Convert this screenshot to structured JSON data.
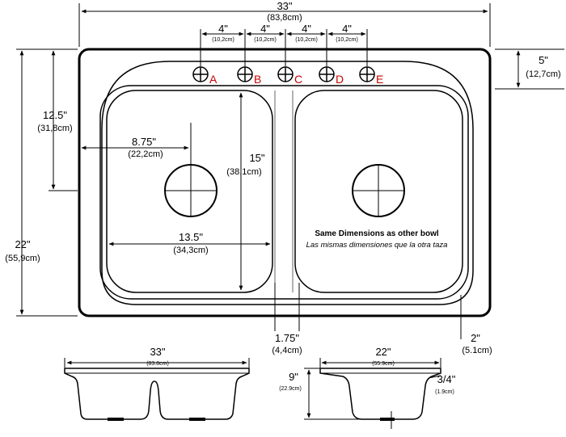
{
  "colors": {
    "line": "#000000",
    "hole_label": "#cc0000",
    "background": "#ffffff"
  },
  "top_view": {
    "overall_width": {
      "in": "33\"",
      "cm": "(83,8cm)"
    },
    "hole_spacing": [
      {
        "in": "4\"",
        "cm": "(10,2cm)"
      },
      {
        "in": "4\"",
        "cm": "(10,2cm)"
      },
      {
        "in": "4\"",
        "cm": "(10,2cm)"
      },
      {
        "in": "4\"",
        "cm": "(10,2cm)"
      }
    ],
    "hole_labels": [
      "A",
      "B",
      "C",
      "D",
      "E"
    ],
    "ledge_depth": {
      "in": "5\"",
      "cm": "(12,7cm)"
    },
    "drain_from_top": {
      "in": "12.5\"",
      "cm": "(31,8cm)"
    },
    "overall_depth": {
      "in": "22\"",
      "cm": "(55,9cm)"
    },
    "drain_from_side": {
      "in": "8.75\"",
      "cm": "(22,2cm)"
    },
    "bowl_length": {
      "in": "15\"",
      "cm": "(38,1cm)"
    },
    "bowl_width": {
      "in": "13.5\"",
      "cm": "(34,3cm)"
    },
    "divider_width": {
      "in": "1.75\"",
      "cm": "(4,4cm)"
    },
    "rim_width": {
      "in": "2\"",
      "cm": "(5.1cm)"
    },
    "note_title": "Same Dimensions as other bowl",
    "note_subtitle": "Las mismas dimensiones que la otra taza"
  },
  "front_view": {
    "width": {
      "in": "33\"",
      "cm": "(83.8cm)"
    }
  },
  "side_view": {
    "width": {
      "in": "22\"",
      "cm": "(55.9cm)"
    },
    "depth": {
      "in": "9\"",
      "cm": "(22.9cm)"
    },
    "rim": {
      "in": "3/4\"",
      "cm": "(1.9cm)"
    }
  }
}
